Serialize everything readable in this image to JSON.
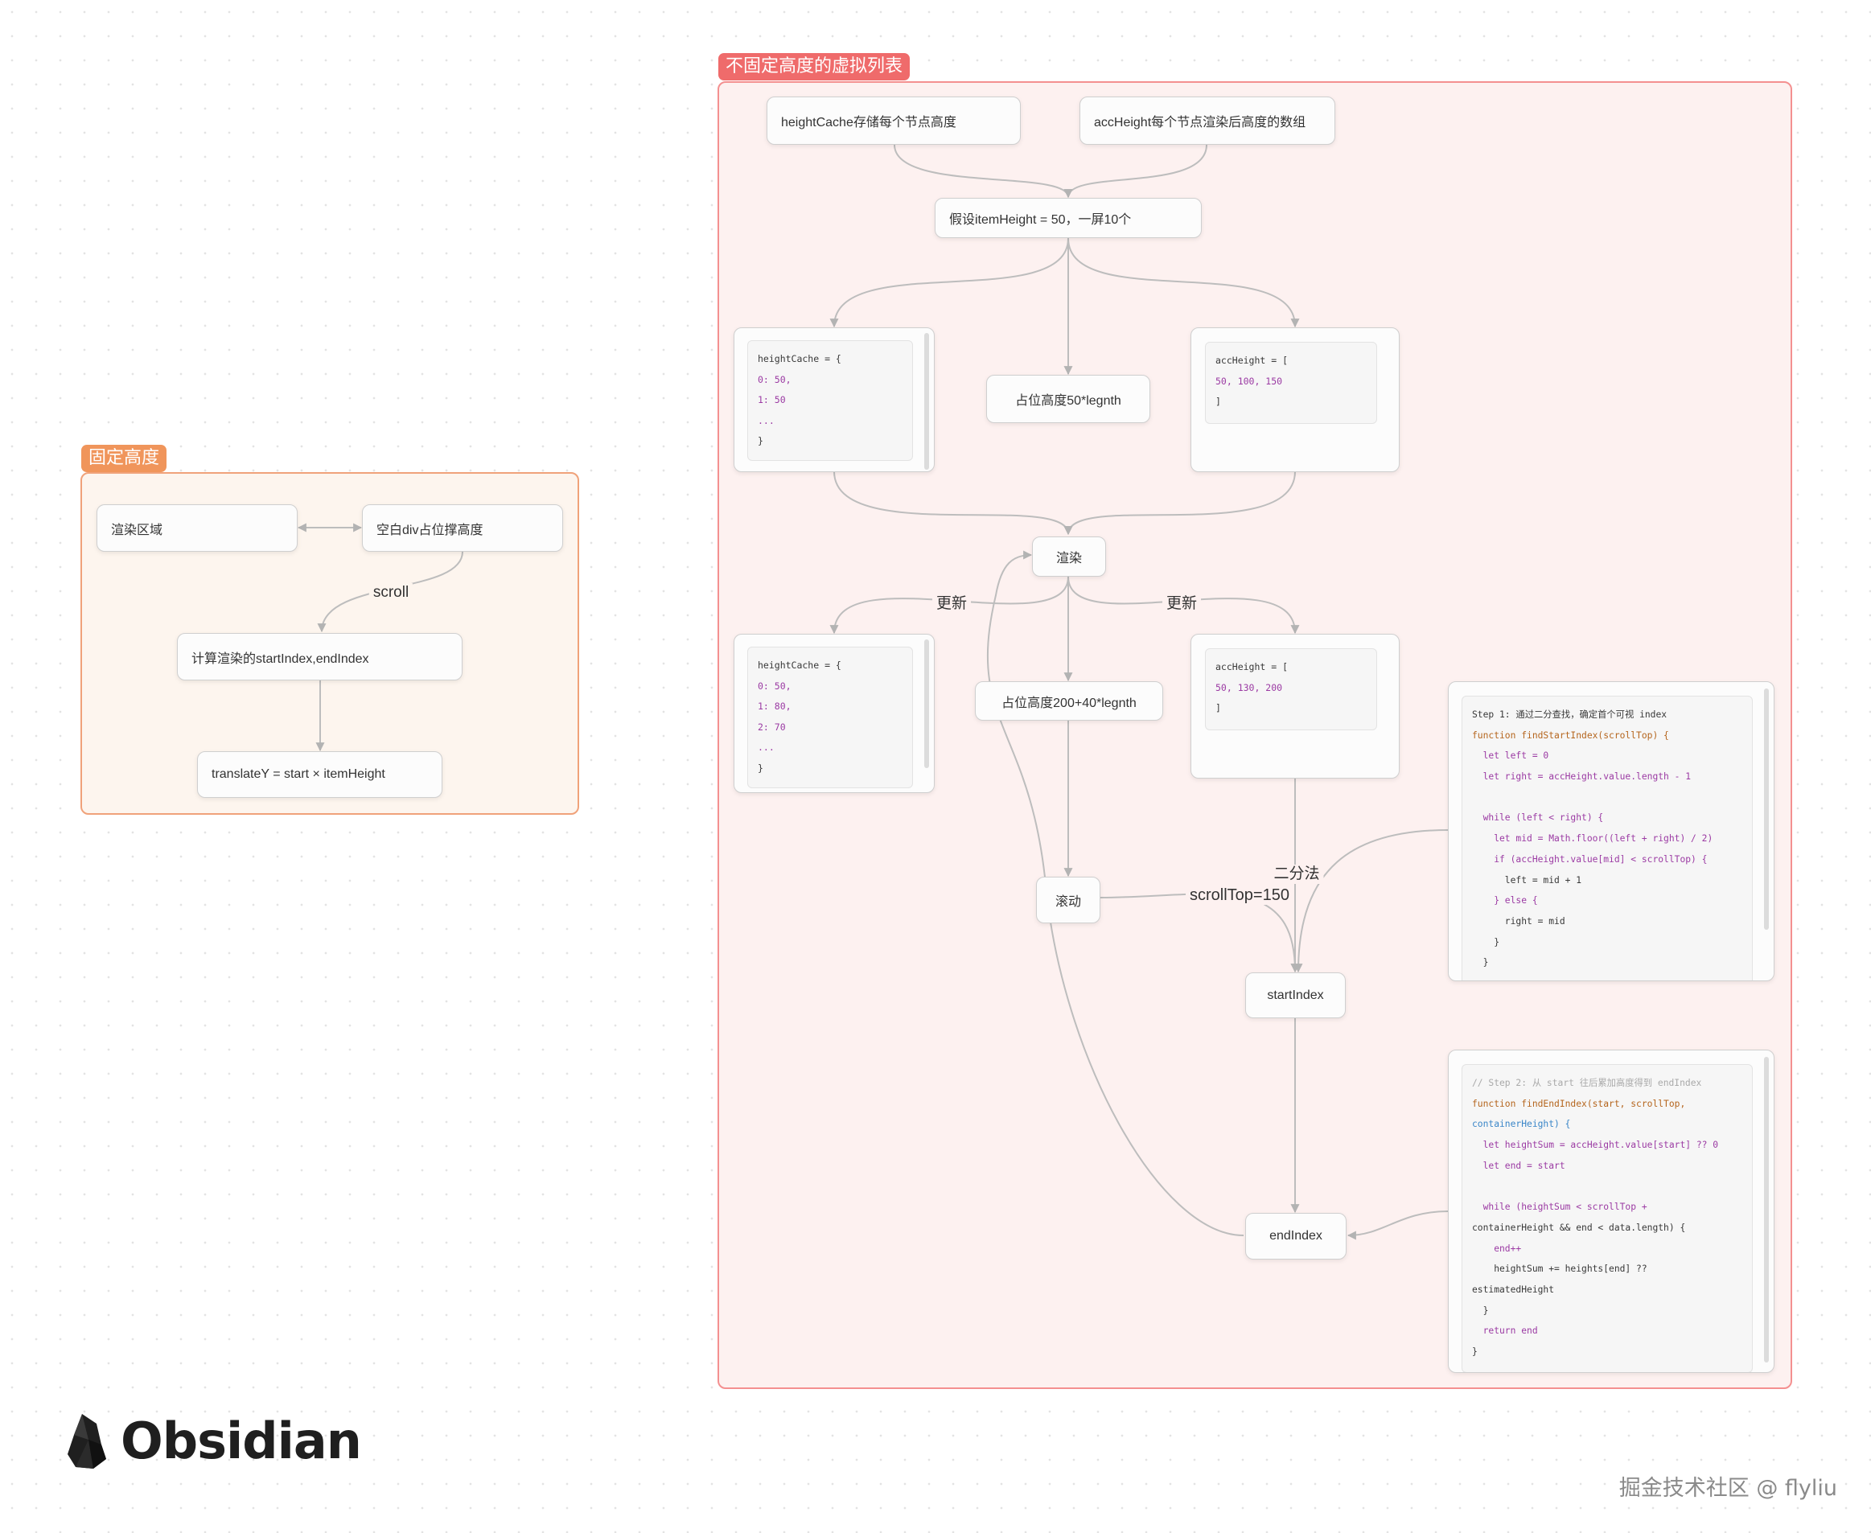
{
  "groups": {
    "fixed": {
      "label": "固定高度",
      "color": "#f0955b"
    },
    "variable": {
      "label": "不固定高度的虚拟列表",
      "color": "#ef6b6b"
    }
  },
  "fixed_nodes": {
    "render_area": "渲染区域",
    "blank_div": "空白div占位撑高度",
    "calc_index": "计算渲染的startIndex,endIndex",
    "translate": "translateY = start × itemHeight"
  },
  "variable_nodes": {
    "height_cache_desc": "heightCache存储每个节点高度",
    "acc_height_desc": "accHeight每个节点渲染后高度的数组",
    "assume": "假设itemHeight = 50，一屏10个",
    "placeholder_initial": "占位高度50*legnth",
    "render": "渲染",
    "placeholder_updated": "占位高度200+40*legnth",
    "scroll": "滚动",
    "start_index": "startIndex",
    "end_index": "endIndex"
  },
  "code_cards": {
    "height_cache_initial": [
      "heightCache = {",
      "0: 50,",
      "1: 50",
      "...",
      "}"
    ],
    "acc_height_initial": [
      "accHeight = [",
      "50, 100, 150",
      "]"
    ],
    "height_cache_updated": [
      "heightCache = {",
      "0: 50,",
      "1: 80,",
      "2: 70",
      "...",
      "}"
    ],
    "acc_height_updated": [
      "accHeight = [",
      "50, 130, 200",
      "]"
    ],
    "find_start_index": [
      "Step 1: 通过二分查找，确定首个可视 index",
      "function findStartIndex(scrollTop) {",
      "  let left = 0",
      "  let right = accHeight.value.length - 1",
      "",
      "  while (left < right) {",
      "    let mid = Math.floor((left + right) / 2)",
      "    if (accHeight.value[mid] < scrollTop) {",
      "      left = mid + 1",
      "    } else {",
      "      right = mid",
      "    }",
      "  }"
    ],
    "find_end_index": [
      "// Step 2: 从 start 往后累加高度得到 endIndex",
      "function findEndIndex(start, scrollTop,",
      "containerHeight) {",
      "  let heightSum = accHeight.value[start] ?? 0",
      "  let end = start",
      "",
      "  while (heightSum < scrollTop +",
      "containerHeight && end < data.length) {",
      "    end++",
      "    heightSum += heights[end] ??",
      "estimatedHeight",
      "  }",
      "  return end",
      "}"
    ]
  },
  "edge_labels": {
    "scroll": "scroll",
    "update_left": "更新",
    "update_right": "更新",
    "binary_search": "二分法",
    "scroll_top": "scrollTop=150"
  },
  "brand": {
    "logo_text": "Obsidian"
  },
  "watermark": "掘金技术社区 @ flyliu"
}
